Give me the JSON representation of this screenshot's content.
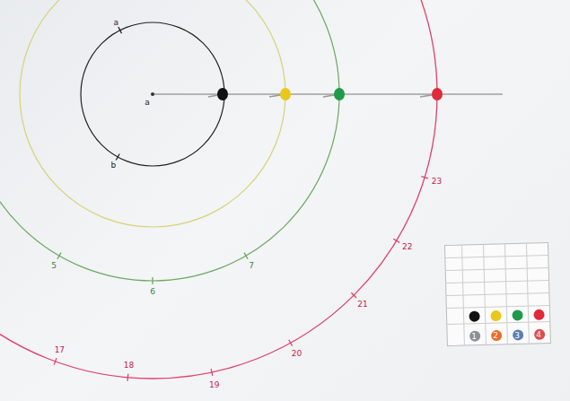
{
  "diagram": {
    "labels": [
      "a",
      "a",
      "b",
      "23",
      "22",
      "21",
      "20",
      "19",
      "18",
      "17",
      "5",
      "6",
      "7",
      "1",
      "2",
      "3",
      "4"
    ]
  }
}
